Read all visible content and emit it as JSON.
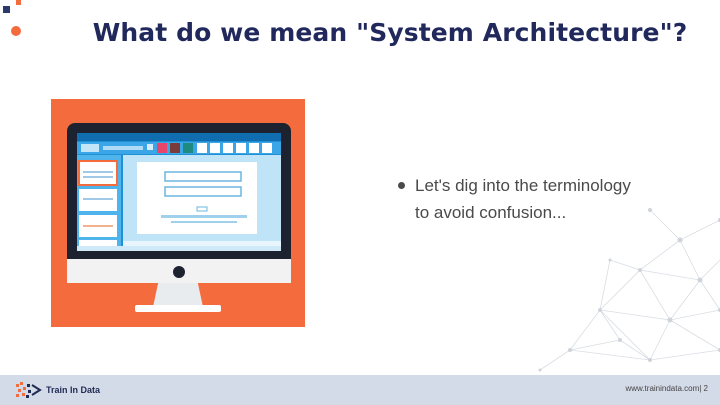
{
  "slide": {
    "title": "What do we mean \"System Architecture\"?",
    "bullets": [
      "Let's dig into the terminology to avoid confusion..."
    ]
  },
  "footer": {
    "logo_text": "Train In Data",
    "page_info": "www.trainindata.com| 2"
  },
  "colors": {
    "title": "#20285c",
    "accent_orange": "#f46b3d",
    "corner_navy": "#2b3a6b",
    "footer_band": "#d4dbe8"
  },
  "icons": [
    "monitor-illustration",
    "network-background",
    "train-in-data-logo"
  ]
}
